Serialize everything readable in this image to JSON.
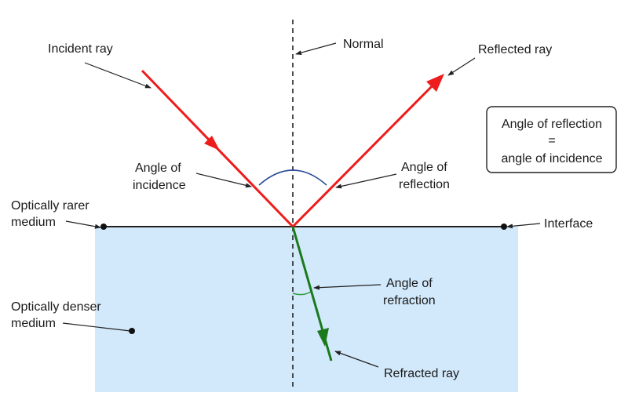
{
  "labels": {
    "incident_ray": "Incident ray",
    "normal": "Normal",
    "reflected_ray": "Reflected ray",
    "angle_incidence_1": "Angle of",
    "angle_incidence_2": "incidence",
    "angle_reflection_1": "Angle of",
    "angle_reflection_2": "reflection",
    "rarer_1": "Optically rarer",
    "rarer_2": "medium",
    "interface": "Interface",
    "denser_1": "Optically denser",
    "denser_2": "medium",
    "angle_refraction_1": "Angle of",
    "angle_refraction_2": "refraction",
    "refracted_ray": "Refracted ray"
  },
  "law_box": {
    "line1": "Angle of reflection",
    "line2": "=",
    "line3": "angle of incidence"
  },
  "colors": {
    "incident_reflected_ray": "#ee1c1c",
    "refracted_ray": "#1a7a1a",
    "denser_medium_fill": "#d2e8fb",
    "angle_arc": "#2b4c9a",
    "refraction_arc": "#2e9e3a",
    "line": "#222222"
  }
}
